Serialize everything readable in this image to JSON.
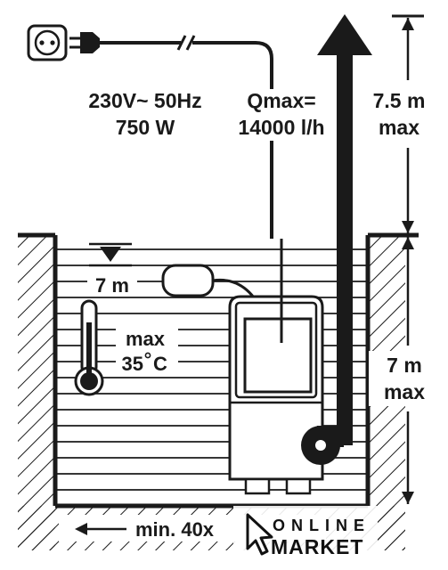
{
  "power": {
    "voltage": "230V~ 50Hz",
    "wattage": "750 W"
  },
  "flow": {
    "label": "Qmax=",
    "value": "14000 l/h"
  },
  "head": {
    "value": "7.5 m",
    "suffix": "max"
  },
  "depth": {
    "value": "7 m",
    "suffix": "max"
  },
  "water_level": {
    "value": "7 m"
  },
  "temperature": {
    "prefix": "max",
    "value": "35",
    "unit": "C"
  },
  "clearance": {
    "text": "min. 40x"
  },
  "watermark": {
    "line1": "ONLINE",
    "line2": "MARKET"
  },
  "colors": {
    "ink": "#1a1a1a",
    "background": "#ffffff"
  },
  "icons": [
    "power-socket-icon",
    "plug-icon",
    "thermometer-icon",
    "water-level-triangle-icon",
    "cursor-arrow-icon"
  ]
}
